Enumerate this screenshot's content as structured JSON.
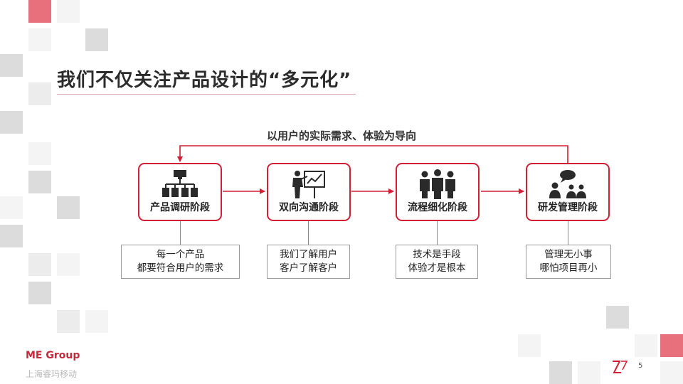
{
  "title": "我们不仅关注产品设计的“多元化”",
  "guide_text": "以用户的实际需求、体验为导向",
  "stages": [
    {
      "label": "产品调研阶段",
      "icon": "hierarchy-network-icon"
    },
    {
      "label": "双向沟通阶段",
      "icon": "presenter-chart-icon"
    },
    {
      "label": "流程细化阶段",
      "icon": "team-group-icon"
    },
    {
      "label": "研发管理阶段",
      "icon": "meeting-speech-icon"
    }
  ],
  "notes": [
    {
      "line1": "每一个产品",
      "line2": "都要符合用户的需求"
    },
    {
      "line1": "我们了解用户",
      "line2": "客户了解客户"
    },
    {
      "line1": "技术是手段",
      "line2": "体验才是根本"
    },
    {
      "line1": "管理无小事",
      "line2": "哪怕项目再小"
    }
  ],
  "footer": {
    "brand": "ME Group",
    "brand_sub": "上海睿玛移动",
    "page_number": "5",
    "logo": "z-logo-icon"
  },
  "colors": {
    "accent": "#d21f35",
    "square_red": "#e8707c",
    "square_gray": "#dcdcdc"
  }
}
